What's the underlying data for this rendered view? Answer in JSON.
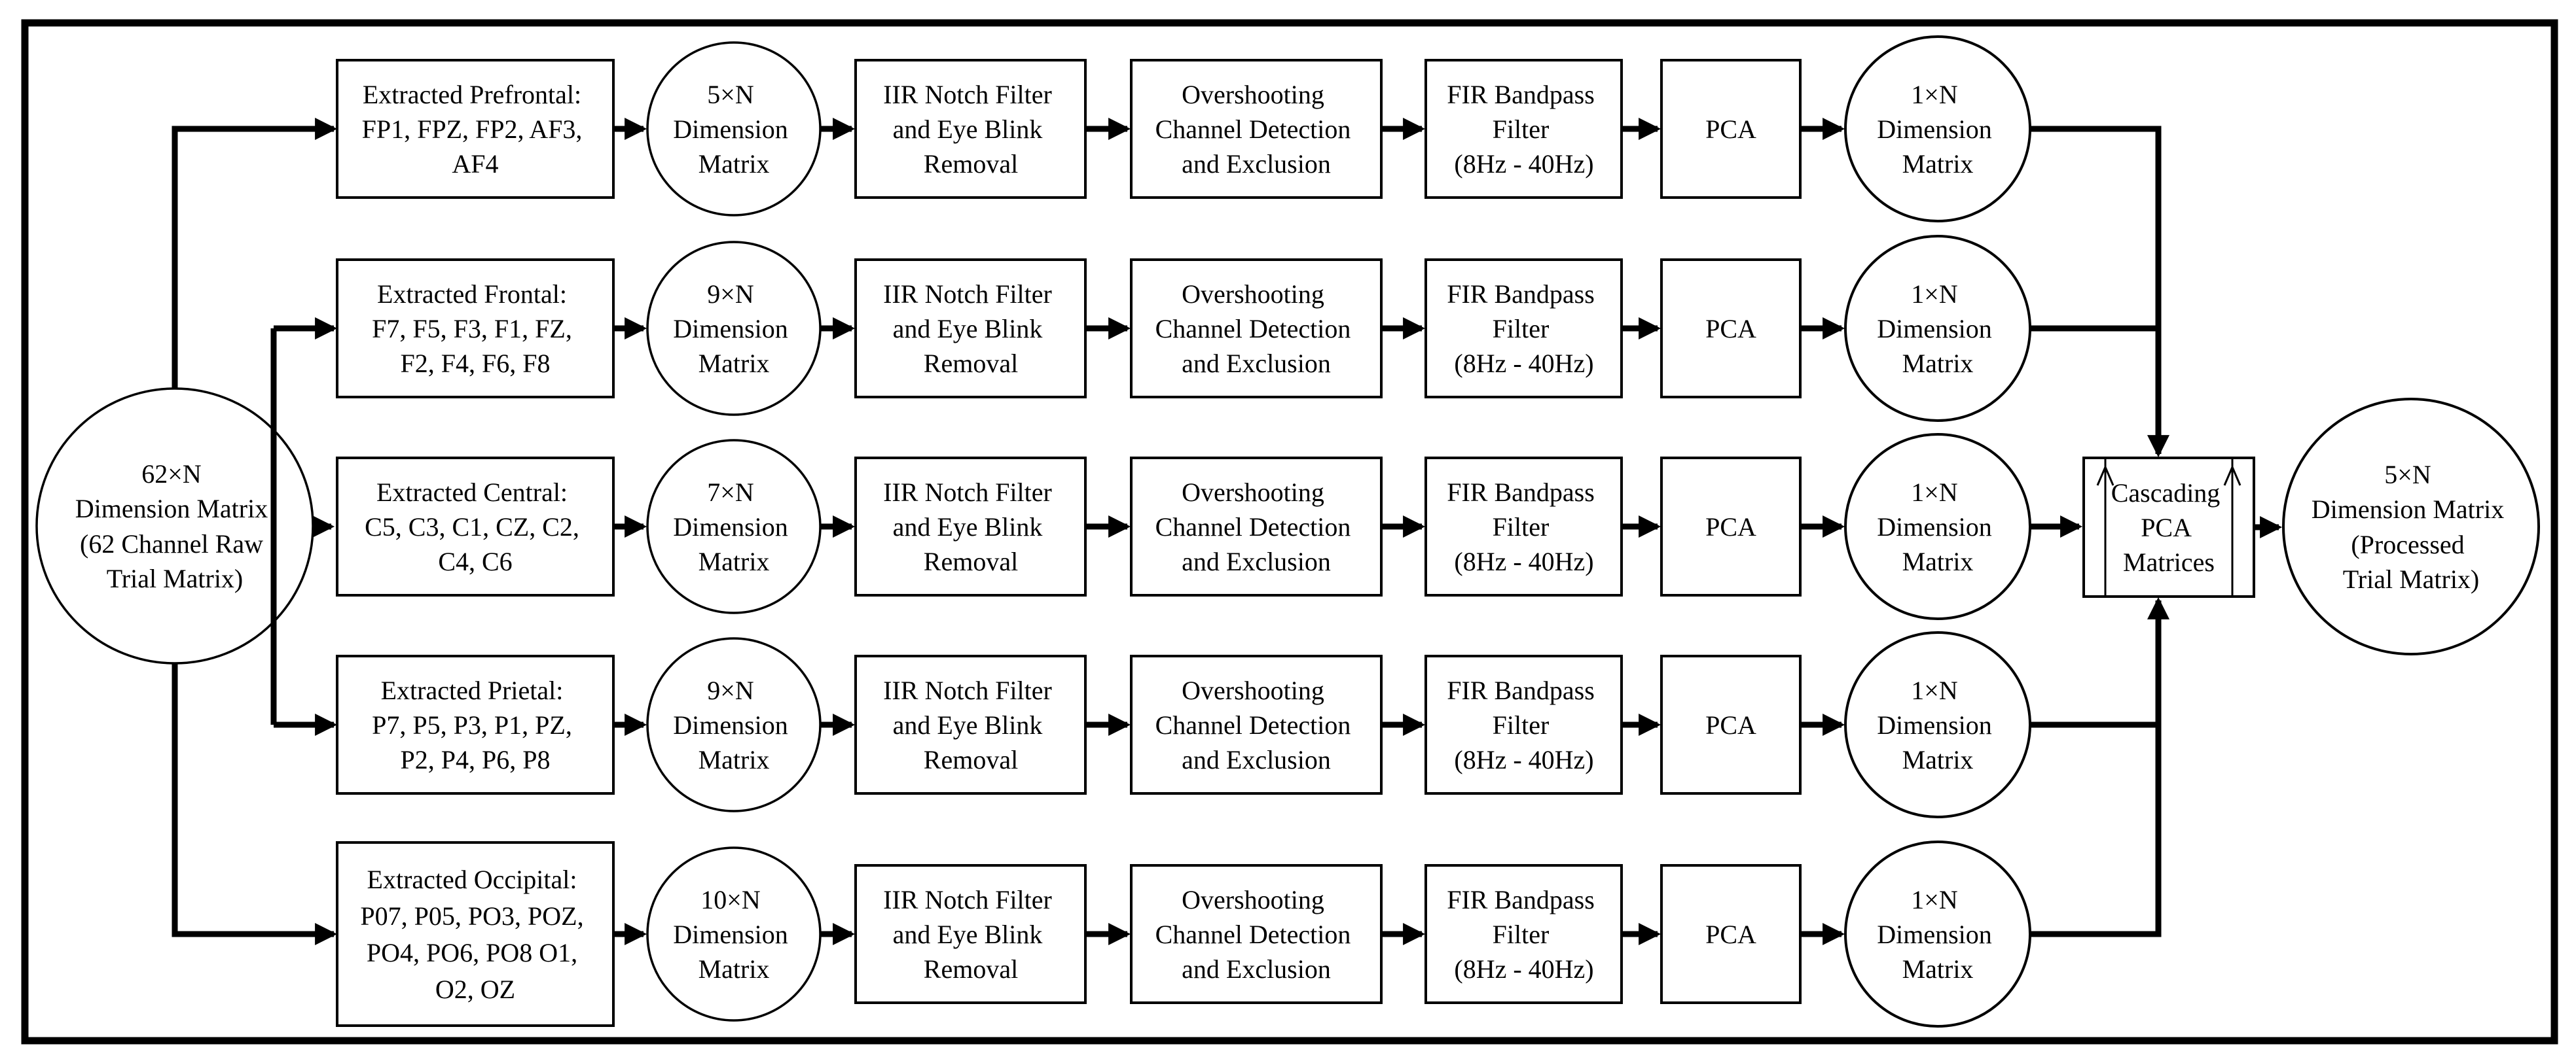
{
  "diagram": {
    "colors": {
      "ink": "#000000",
      "background": "#ffffff"
    },
    "input_node": {
      "lines": [
        "62×N",
        "Dimension Matrix",
        "(62 Channel Raw",
        "Trial Matrix)"
      ]
    },
    "rows": [
      {
        "region_title": "Extracted Prefrontal:",
        "channel_lines": [
          "FP1, FPZ, FP2, AF3,",
          "AF4"
        ],
        "dim_label": "5×N"
      },
      {
        "region_title": "Extracted Frontal:",
        "channel_lines": [
          "F7, F5, F3, F1, FZ,",
          "F2, F4, F6, F8"
        ],
        "dim_label": "9×N"
      },
      {
        "region_title": "Extracted Central:",
        "channel_lines": [
          "C5, C3, C1, CZ, C2,",
          "C4, C6"
        ],
        "dim_label": "7×N"
      },
      {
        "region_title": "Extracted Prietal:",
        "channel_lines": [
          "P7, P5, P3, P1, PZ,",
          "P2, P4, P6, P8"
        ],
        "dim_label": "9×N"
      },
      {
        "region_title": "Extracted Occipital:",
        "channel_lines": [
          "P07, P05, PO3, POZ,",
          "PO4, PO6, PO8 O1,",
          "O2, OZ"
        ],
        "dim_label": "10×N"
      }
    ],
    "stages": {
      "dimension_word": "Dimension",
      "matrix_word": "Matrix",
      "iir": [
        "IIR Notch Filter",
        "and Eye Blink",
        "Removal"
      ],
      "overshoot": [
        "Overshooting",
        "Channel Detection",
        "and Exclusion"
      ],
      "fir": [
        "FIR Bandpass",
        "Filter",
        "(8Hz - 40Hz)"
      ],
      "pca": "PCA",
      "pca_out_dim": "1×N"
    },
    "cascade_node": {
      "lines": [
        "Cascading",
        "PCA",
        "Matrices"
      ]
    },
    "output_node": {
      "lines": [
        "5×N",
        "Dimension Matrix",
        "(Processed",
        "Trial Matrix)"
      ]
    }
  }
}
